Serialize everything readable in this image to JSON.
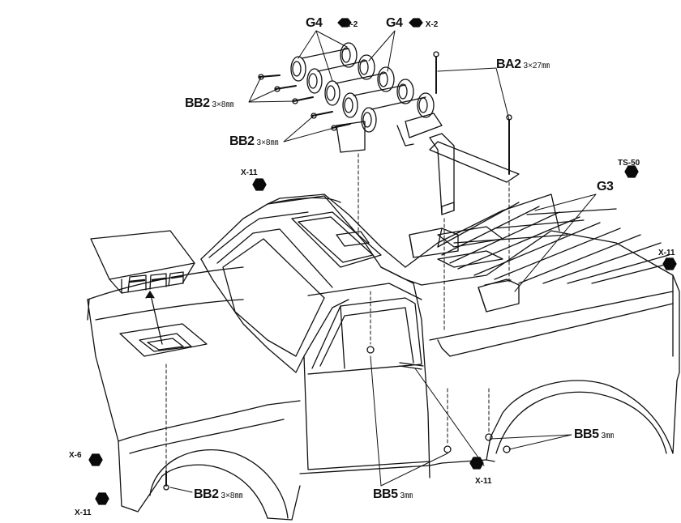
{
  "labels": {
    "g4_left": {
      "part": "G4",
      "ref": "X-2"
    },
    "g4_right": {
      "part": "G4",
      "ref": "X-2"
    },
    "ba2": {
      "part": "BA2",
      "size": "3×27㎜"
    },
    "bb2_upper": {
      "part": "BB2",
      "size": "3×8㎜"
    },
    "bb2_lower": {
      "part": "BB2",
      "size": "3×8㎜"
    },
    "bb2_bottom": {
      "part": "BB2",
      "size": "3×8㎜"
    },
    "ts50": {
      "paint": "TS-50"
    },
    "g3": {
      "part": "G3"
    },
    "x11_roof": {
      "paint": "X-11"
    },
    "x11_rear": {
      "paint": "X-11"
    },
    "x6_front": {
      "paint": "X-6"
    },
    "x11_front": {
      "paint": "X-11"
    },
    "x11_door": {
      "paint": "X-11"
    },
    "bb5_right": {
      "part": "BB5",
      "size": "3㎜"
    },
    "bb5_bottom": {
      "part": "BB5",
      "size": "3㎜"
    }
  },
  "colors": {
    "line": "#111111",
    "paint_marker": "#0a0a0a",
    "background": "#ffffff"
  },
  "icons": {
    "paint_marker": "hexagon-paint-icon"
  }
}
